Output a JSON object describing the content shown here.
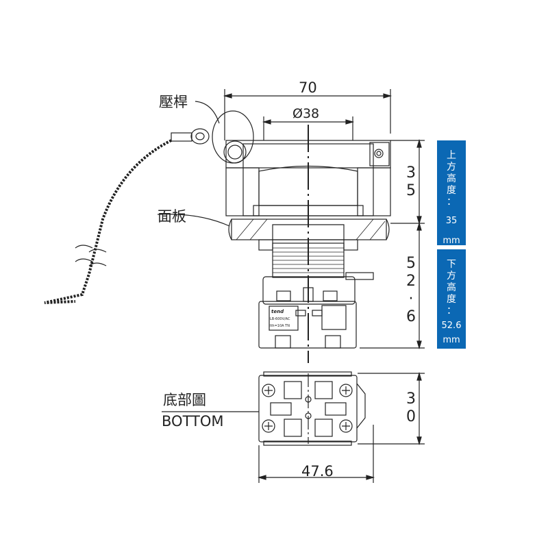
{
  "labels": {
    "lever": "壓桿",
    "panel": "面板",
    "bottom_cn": "底部圖",
    "bottom_en": "BOTTOM"
  },
  "dimensions": {
    "width_total": "70",
    "diameter": "Ø38",
    "upper_height": [
      "3",
      "5"
    ],
    "lower_height": [
      "5",
      "2",
      "·",
      "6"
    ],
    "bottom_height": [
      "3",
      "0"
    ],
    "bottom_width": "47.6"
  },
  "info_boxes": [
    {
      "title": [
        "上",
        "方",
        "高",
        "度",
        "："
      ],
      "value": "35",
      "unit": "mm"
    },
    {
      "title": [
        "下",
        "方",
        "高",
        "度",
        "："
      ],
      "value": "52.6",
      "unit": "mm"
    }
  ],
  "part_marking": [
    "tend",
    "LB-600V/AC",
    "Ith=10A TN"
  ],
  "colors": {
    "accent": "#0b68b4",
    "line": "#222222"
  }
}
